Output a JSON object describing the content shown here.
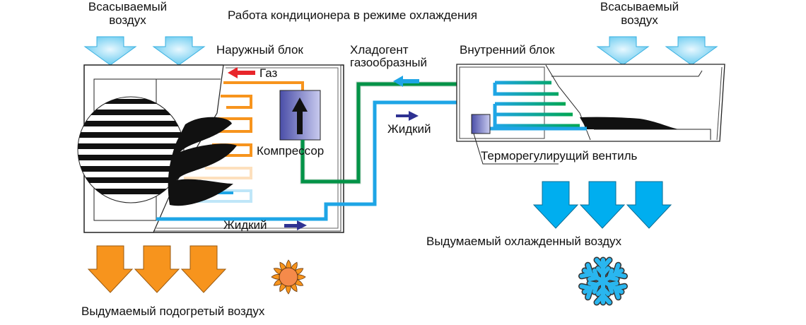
{
  "title": "Работа кондиционера  в режиме охлаждения",
  "labels": {
    "intake_left_1": "Всасываемый",
    "intake_left_2": "воздух",
    "intake_right_1": "Всасываемый",
    "intake_right_2": "воздух",
    "outdoor_unit": "Наружный блок",
    "indoor_unit": "Внутренний блок",
    "refrigerant_gas_1": "Хладогент",
    "refrigerant_gas_2": "газообразный",
    "gas": "Газ",
    "compressor": "Компрессор",
    "liquid_outdoor": "Жидкий",
    "liquid_middle": "Жидкий",
    "expansion_valve": "Терморегулирущий вентиль",
    "cooled_air": "Выдумаемый охлажденный воздух",
    "heated_air": "Выдумаемый подогретый воздух"
  },
  "colors": {
    "intake_arrow": "#7fd3f2",
    "cooled_arrow": "#00aeef",
    "heated_arrow": "#f7941d",
    "gas_pipe": "#00a651",
    "liquid_pipe": "#1ea5e6",
    "hot_pipe": "#f7941d",
    "compressor": "#5b5fae",
    "gas_arrow": "#e8262b",
    "liquid_arrow": "#2e3192"
  },
  "icons": {
    "sun": "sun-icon",
    "snowflake": "snowflake-icon",
    "fan": "fan-icon"
  }
}
